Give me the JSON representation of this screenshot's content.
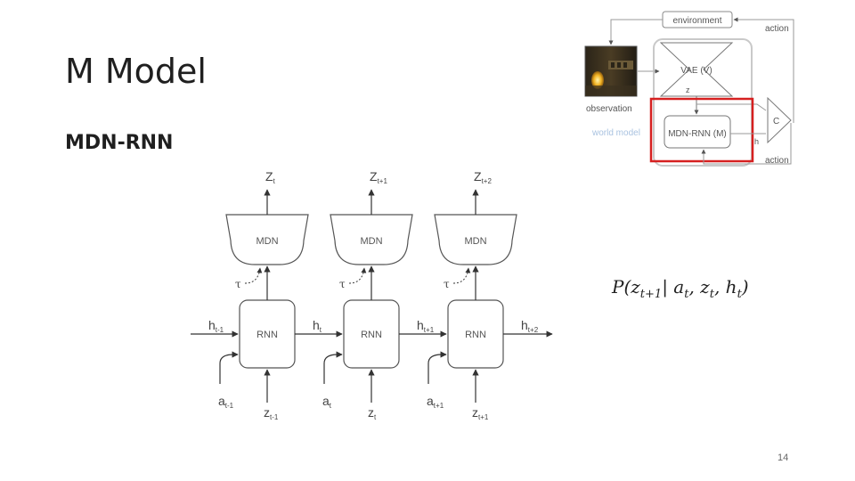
{
  "slide": {
    "title": "M Model",
    "subtitle": "MDN-RNN",
    "page_number": "14",
    "formula": {
      "p": "P(z",
      "sub1": "t+1",
      "mid1": "| a",
      "sub2": "t",
      "mid2": ", z",
      "sub3": "t",
      "mid3": ", h",
      "sub4": "t",
      "end": ")"
    }
  },
  "overview": {
    "environment_label": "environment",
    "action_label_top": "action",
    "action_label_bottom": "action",
    "observation_label": "observation",
    "vae_label": "VAE (V)",
    "z_label": "z",
    "mdnrnn_label": "MDN-RNN (M)",
    "world_model_label": "world model",
    "controller_label": "C",
    "h_label": "h",
    "highlight_color": "#d62020"
  },
  "rnn_diagram": {
    "cells": [
      {
        "mdn": "MDN",
        "rnn": "RNN",
        "tau": "τ",
        "z_out": "Z",
        "z_out_sub": "t",
        "a_in": "a",
        "a_in_sub": "t-1",
        "z_in": "z",
        "z_in_sub": "t-1",
        "h_in": "h",
        "h_in_sub": "t-1"
      },
      {
        "mdn": "MDN",
        "rnn": "RNN",
        "tau": "τ",
        "z_out": "Z",
        "z_out_sub": "t+1",
        "a_in": "a",
        "a_in_sub": "t",
        "z_in": "z",
        "z_in_sub": "t",
        "h_in": "h",
        "h_in_sub": "t"
      },
      {
        "mdn": "MDN",
        "rnn": "RNN",
        "tau": "τ",
        "z_out": "Z",
        "z_out_sub": "t+2",
        "a_in": "a",
        "a_in_sub": "t+1",
        "z_in": "z",
        "z_in_sub": "t+1",
        "h_in": "h",
        "h_in_sub": "t+1"
      }
    ],
    "h_out": "h",
    "h_out_sub": "t+2"
  }
}
